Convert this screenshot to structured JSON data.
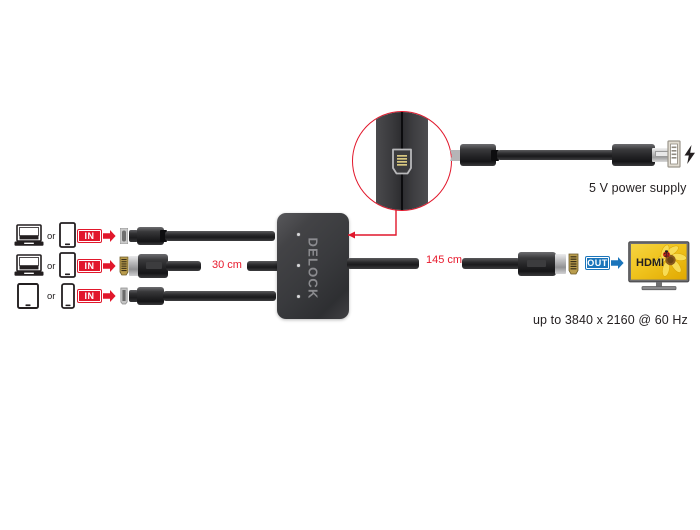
{
  "diagram": {
    "title": "Delock HDMI / USB-C 3-in-1 switch connection diagram",
    "background_color": "#ffffff",
    "accent_red": "#e1172b",
    "accent_blue": "#1b75bb",
    "body_dark": "#2a2a2c"
  },
  "inputs": {
    "rows": [
      {
        "id": "row-1",
        "source_icons": [
          "laptop-icon",
          "tablet-icon"
        ],
        "or_label": "or",
        "badge": "IN",
        "port_icon": "usb-c-port-icon",
        "connector": "usb-c-connector"
      },
      {
        "id": "row-2",
        "source_icons": [
          "laptop-icon",
          "tablet-icon"
        ],
        "or_label": "or",
        "badge": "IN",
        "port_icon": "hdmi-port-icon",
        "connector": "hdmi-connector"
      },
      {
        "id": "row-3",
        "source_icons": [
          "tablet-icon",
          "smartphone-icon"
        ],
        "or_label": "or",
        "badge": "IN",
        "port_icon": "mini-displayport-port-icon",
        "connector": "mini-displayport-connector"
      }
    ],
    "cable_length_label": "30 cm"
  },
  "hub": {
    "brand_logo": "DELOCK",
    "led_count": 3,
    "micro_usb_port": "micro-usb-port-icon"
  },
  "magnifier": {
    "callout_target": "micro-usb-power-port",
    "port_icon": "micro-usb-port-icon"
  },
  "power": {
    "cable": "micro-usb-to-usb-a-cable",
    "source_port_icon": "usb-a-port-icon",
    "bolt_icon": "lightning-bolt-icon",
    "caption": "5 V power supply"
  },
  "output": {
    "cable_length_label": "145 cm",
    "connector": "hdmi-connector",
    "port_icon": "hdmi-port-icon",
    "badge": "OUT",
    "display_icon": "television-icon",
    "screen_label": "HDMI",
    "caption": "up to 3840 x 2160 @ 60 Hz"
  }
}
